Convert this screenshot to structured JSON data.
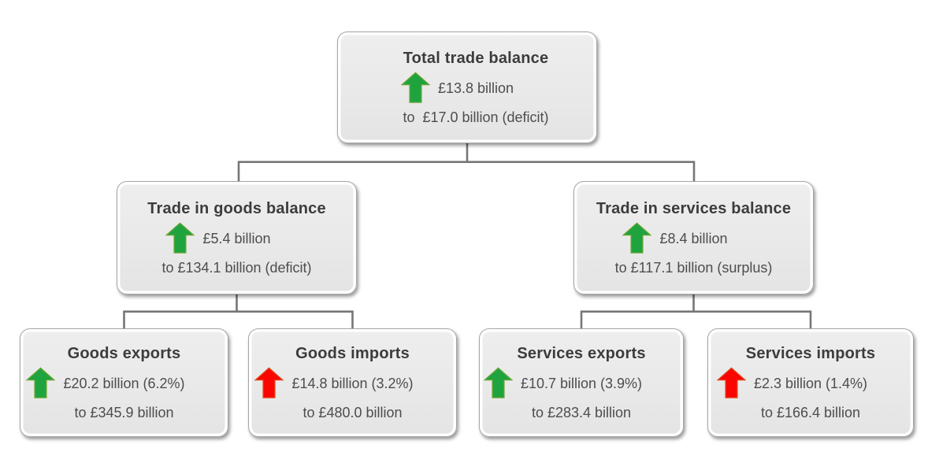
{
  "diagram": {
    "type": "hierarchy",
    "description": "Trade balance breakdown tree",
    "nodes": {
      "total": {
        "title": "Total trade balance",
        "arrow_class": "arrow green",
        "arrow_direction": "up",
        "change": "£13.8 billion",
        "to": "to  £17.0 billion (deficit)"
      },
      "goods_balance": {
        "title": "Trade in goods balance",
        "arrow_class": "arrow green",
        "arrow_direction": "up",
        "change": "£5.4 billion",
        "to": "to £134.1 billion (deficit)"
      },
      "services_balance": {
        "title": "Trade in services balance",
        "arrow_class": "arrow green",
        "arrow_direction": "up",
        "change": "£8.4 billion",
        "to": "to £117.1 billion (surplus)"
      },
      "goods_exports": {
        "title": "Goods exports",
        "arrow_class": "arrow green",
        "arrow_direction": "up",
        "change": "£20.2 billion (6.2%)",
        "to": "to £345.9 billion"
      },
      "goods_imports": {
        "title": "Goods imports",
        "arrow_class": "arrow red",
        "arrow_direction": "up",
        "change": "£14.8 billion (3.2%)",
        "to": "to £480.0 billion"
      },
      "services_exports": {
        "title": "Services exports",
        "arrow_class": "arrow green",
        "arrow_direction": "up",
        "change": "£10.7 billion (3.9%)",
        "to": "to £283.4 billion"
      },
      "services_imports": {
        "title": "Services imports",
        "arrow_class": "arrow red",
        "arrow_direction": "up",
        "change": "£2.3 billion (1.4%)",
        "to": "to £166.4 billion"
      }
    },
    "structure": {
      "total": [
        "goods_balance",
        "services_balance"
      ],
      "goods_balance": [
        "goods_exports",
        "goods_imports"
      ],
      "services_balance": [
        "services_exports",
        "services_imports"
      ]
    }
  },
  "colors": {
    "arrow_green": "#1FA33F",
    "arrow_red": "#FA0600",
    "connector_line": "#767676",
    "box_fill": "#E9E9E9",
    "box_border": "#A6A6A6",
    "box_inner_ring": "#FFFFFF",
    "title_text": "#3C3C3C",
    "body_text": "#4D4D4D",
    "background": "#FFFFFF"
  }
}
